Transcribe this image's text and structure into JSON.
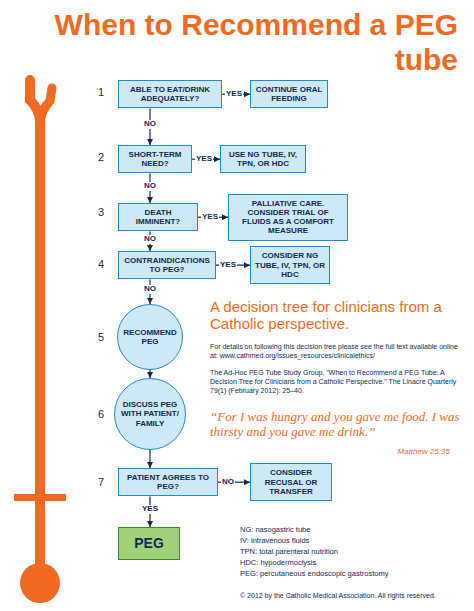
{
  "diagram": {
    "title": "When to Recommend a PEG tube",
    "nodes": [
      {
        "text": [
          "ABLE TO EAT/DRINK ADEQUATELY?"
        ]
      },
      {
        "text": [
          "CONTINUE ORAL FEEDING"
        ]
      },
      {
        "text": [
          "SHORT-TERM NEED?"
        ]
      },
      {
        "text": [
          "USE NG TUBE, IV, TPN, OR HDC"
        ]
      },
      {
        "text": [
          "DEATH IMMINENT?"
        ]
      },
      {
        "text": [
          "PALLIATIVE CARE. CONSIDER TRIAL OF FLUIDS AS A COMFORT MEASURE"
        ]
      },
      {
        "text": [
          "CONTRAINDICATIONS TO PEG?"
        ]
      },
      {
        "text": [
          "CONSIDER NG TUBE, IV, TPN, OR HDC"
        ]
      },
      {
        "text": [
          "RECOMMEND PEG"
        ]
      },
      {
        "text": [
          "DISCUSS PEG WITH PATIENT/ FAMILY"
        ]
      },
      {
        "text": [
          "PATIENT AGREES TO PEG?"
        ]
      },
      {
        "text": [
          "CONSIDER RECUSAL OR TRANSFER"
        ]
      },
      {
        "text": [
          "PEG"
        ]
      }
    ],
    "edges": [
      {
        "from": 0,
        "to": 1,
        "arrow": "to",
        "label": "YES"
      },
      {
        "from": 0,
        "to": 2,
        "arrow": "to",
        "label": "NO"
      },
      {
        "from": 2,
        "to": 3,
        "arrow": "to",
        "label": "YES"
      },
      {
        "from": 2,
        "to": 4,
        "arrow": "to",
        "label": "NO"
      },
      {
        "from": 4,
        "to": 5,
        "arrow": "to",
        "label": "YES"
      },
      {
        "from": 4,
        "to": 6,
        "arrow": "to",
        "label": "NO"
      },
      {
        "from": 6,
        "to": 7,
        "arrow": "to",
        "label": "YES"
      },
      {
        "from": 6,
        "to": 8,
        "arrow": "to",
        "label": "NO"
      },
      {
        "from": 8,
        "to": 9,
        "arrow": "to"
      },
      {
        "from": 9,
        "to": 10,
        "arrow": "to"
      },
      {
        "from": 10,
        "to": 11,
        "arrow": "to",
        "label": "NO"
      },
      {
        "from": 10,
        "to": 12,
        "arrow": "to",
        "label": "YES"
      }
    ],
    "labels": [
      "1",
      "2",
      "3",
      "4",
      "5",
      "6",
      "7",
      "A decision tree for clinicians from a Catholic perspective.",
      "For details on following this decision tree please see the full text available online at: www.cathmed.org/issues_resources/clinicalethics/",
      "The Ad-Hoc PEG Tube Study Group. \"When to Recommend a PEG Tube: A Decision Tree for Clinicians from a Catholic Perspective.\" The Linacre Quarterly 79(1) (February 2012): 25–40.",
      "“For I was hungry and you gave me food. I was thirsty and you gave me drink.”",
      "Matthew 25:35",
      "NG: nasogastric tube",
      "IV: intravenous fluids",
      "TPN: total parenteral nutrition",
      "HDC: hypodermoclysis",
      "PEG: percutaneous endoscopic gastrostomy",
      "© 2012 by the Catholic Medical Association. All rights reserved."
    ]
  }
}
